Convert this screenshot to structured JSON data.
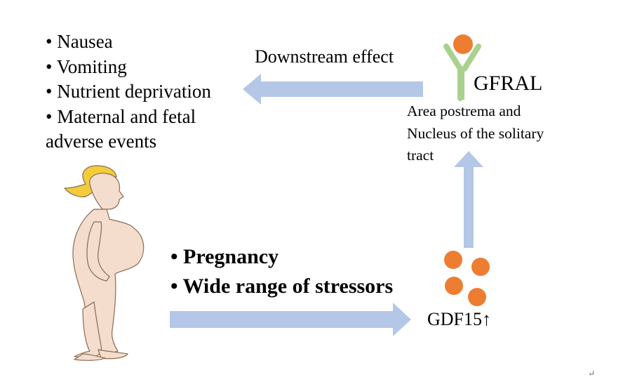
{
  "effects": {
    "items": [
      "Nausea",
      "Vomiting",
      "Nutrient deprivation"
    ],
    "last_line_1": "Maternal and fetal",
    "last_line_2": "adverse events"
  },
  "downstream_label": "Downstream effect",
  "receptor_label": "GFRAL",
  "brain_region": {
    "line1": "Area postrema and",
    "line2": "Nucleus of the solitary",
    "line3": "tract"
  },
  "stressors": [
    "Pregnancy",
    "Wide range of stressors"
  ],
  "gdf_label": "GDF15↑",
  "return_mark": "↵",
  "colors": {
    "arrow": "#b4c7e7",
    "ligand": "#ed7d31",
    "receptor": "#a9d18e",
    "skin": "#f4ddcc",
    "hair": "#f2cc3a",
    "outline": "#8a6a55"
  },
  "icons": [
    "pregnant-woman-illustration",
    "gfral-receptor-icon",
    "gdf15-molecules-icon"
  ]
}
